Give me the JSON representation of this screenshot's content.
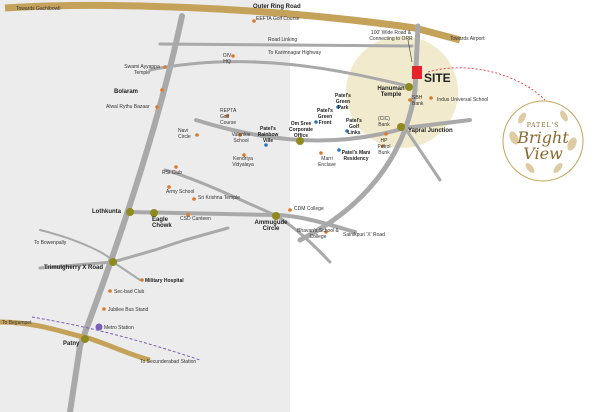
{
  "map": {
    "roads": {
      "outer_ring_road": "Outer Ring Road",
      "towards_gachibowli": "Towards Gachibowli",
      "towards_airport": "Towards Airport",
      "road_100ft": "100' Wide Road & Connecting to ORR",
      "road_linking": "Road Linking",
      "karimnagar": "To Karimnagar Highway",
      "to_bowenpally": "To Bowenpally",
      "to_begumpet": "To Begumpet",
      "to_secunderabad": "To Secunderabad Station",
      "sainikpuri": "Sainikpuri 'X' Road"
    },
    "site": "SITE",
    "junctions": {
      "hanuman_temple": "Hanuman Temple",
      "yapral": "Yapral Junction",
      "bolaram": "Bolaram",
      "lothkunta": "Lothkunta",
      "eagle_chowk": "Eagle Chowk",
      "ammugude": "Ammugude Circle",
      "trimulgherry": "Trimulgherry X Road",
      "patny": "Patny"
    },
    "landmarks": {
      "eefta": "EEFTA Golf Course",
      "oiv": "OIV HQ",
      "swami": "Swami Ayyappa Temple",
      "alwal": "Alwal Rythu Bazaar",
      "navi": "Navi Circle",
      "repta": "REPTA Golf Course",
      "valenkie": "Valenkie School",
      "rainbow": "Patel's Rainbow Ville",
      "kendriya": "Kendriya Vidyalaya",
      "omsree": "Om Sree Corporate Office",
      "greenfront": "Patel's Green Front",
      "greenpark": "Patel's Green Park",
      "golflinks": "Patel's Golf Links",
      "cic": "(CIC) Bank",
      "sbh": "SBH Bank",
      "indus": "Indus Universal School",
      "marri": "Marri Enclave",
      "mani": "Patel's Mani Residency",
      "hp": "HP Petrol Bunk",
      "rsi": "RSI Club",
      "army": "Army School",
      "srikrishna": "Sri Krishna Temple",
      "csd": "CSD Canteen",
      "cdm": "CDM College",
      "bhavans": "Bhavan's School & College",
      "military": "Military Hospital",
      "secbad": "Sec-bad Club",
      "jubilee": "Jubilee Bus Stand",
      "metro": "Metro Station"
    },
    "logo": {
      "line1": "PATEL'S",
      "line2": "Bright",
      "line3": "View"
    }
  },
  "colors": {
    "road": "#a9a9a9",
    "major_road": "#c4a25a",
    "site": "#e8212b",
    "junction": "#8f8a1f",
    "landmark": "#d9792b",
    "project": "#2a76b8",
    "metro": "#7a5fb5",
    "highlight": "#efe8c7"
  }
}
